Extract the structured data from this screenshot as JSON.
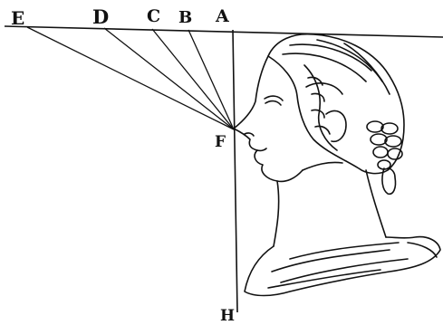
{
  "diagram": {
    "points": {
      "E": "E",
      "D": "D",
      "C": "C",
      "B": "B",
      "A": "A",
      "F": "F",
      "H": "H"
    },
    "colors": {
      "ink": "#111111",
      "paper": "#ffffff"
    },
    "content": [
      "facial-angle-lines",
      "female-profile-bust"
    ]
  }
}
